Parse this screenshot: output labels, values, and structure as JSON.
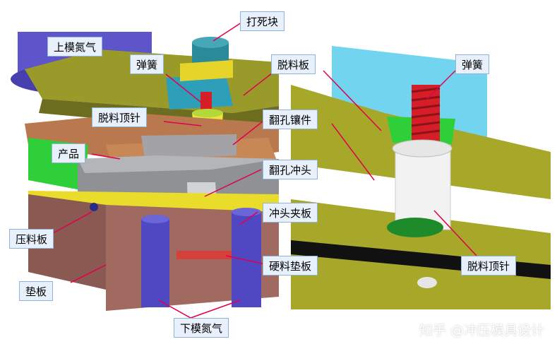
{
  "labels": {
    "upper_nitrogen": "上模氮气",
    "stop_block": "打死块",
    "spring_left": "弹簧",
    "stripper_plate_right_top": "脱料板",
    "spring_right": "弹簧",
    "ejector_pin_left": "脱料顶针",
    "flange_insert": "翻孔镶件",
    "product": "产品",
    "flange_punch": "翻孔冲头",
    "punch_holder": "冲头夹板",
    "pressure_plate": "压料板",
    "hard_pad": "硬料垫板",
    "ejector_pin_right": "脱料顶针",
    "backing_plate": "垫板",
    "lower_nitrogen": "下模氮气"
  },
  "watermark": "知乎 @冲压模具设计",
  "colors": {
    "callout_bg": "#e8f1fb",
    "callout_border": "#8fb3d9",
    "leader": "#e0004d",
    "olive": "#a7a82a",
    "green": "#2fd03a",
    "yellow": "#f2e12a",
    "gray": "#a9a9ad",
    "brown": "#8a5a52",
    "purple": "#5b4ec7",
    "cyan": "#69d3ec",
    "copper": "#c7895b",
    "red": "#d8262e"
  }
}
